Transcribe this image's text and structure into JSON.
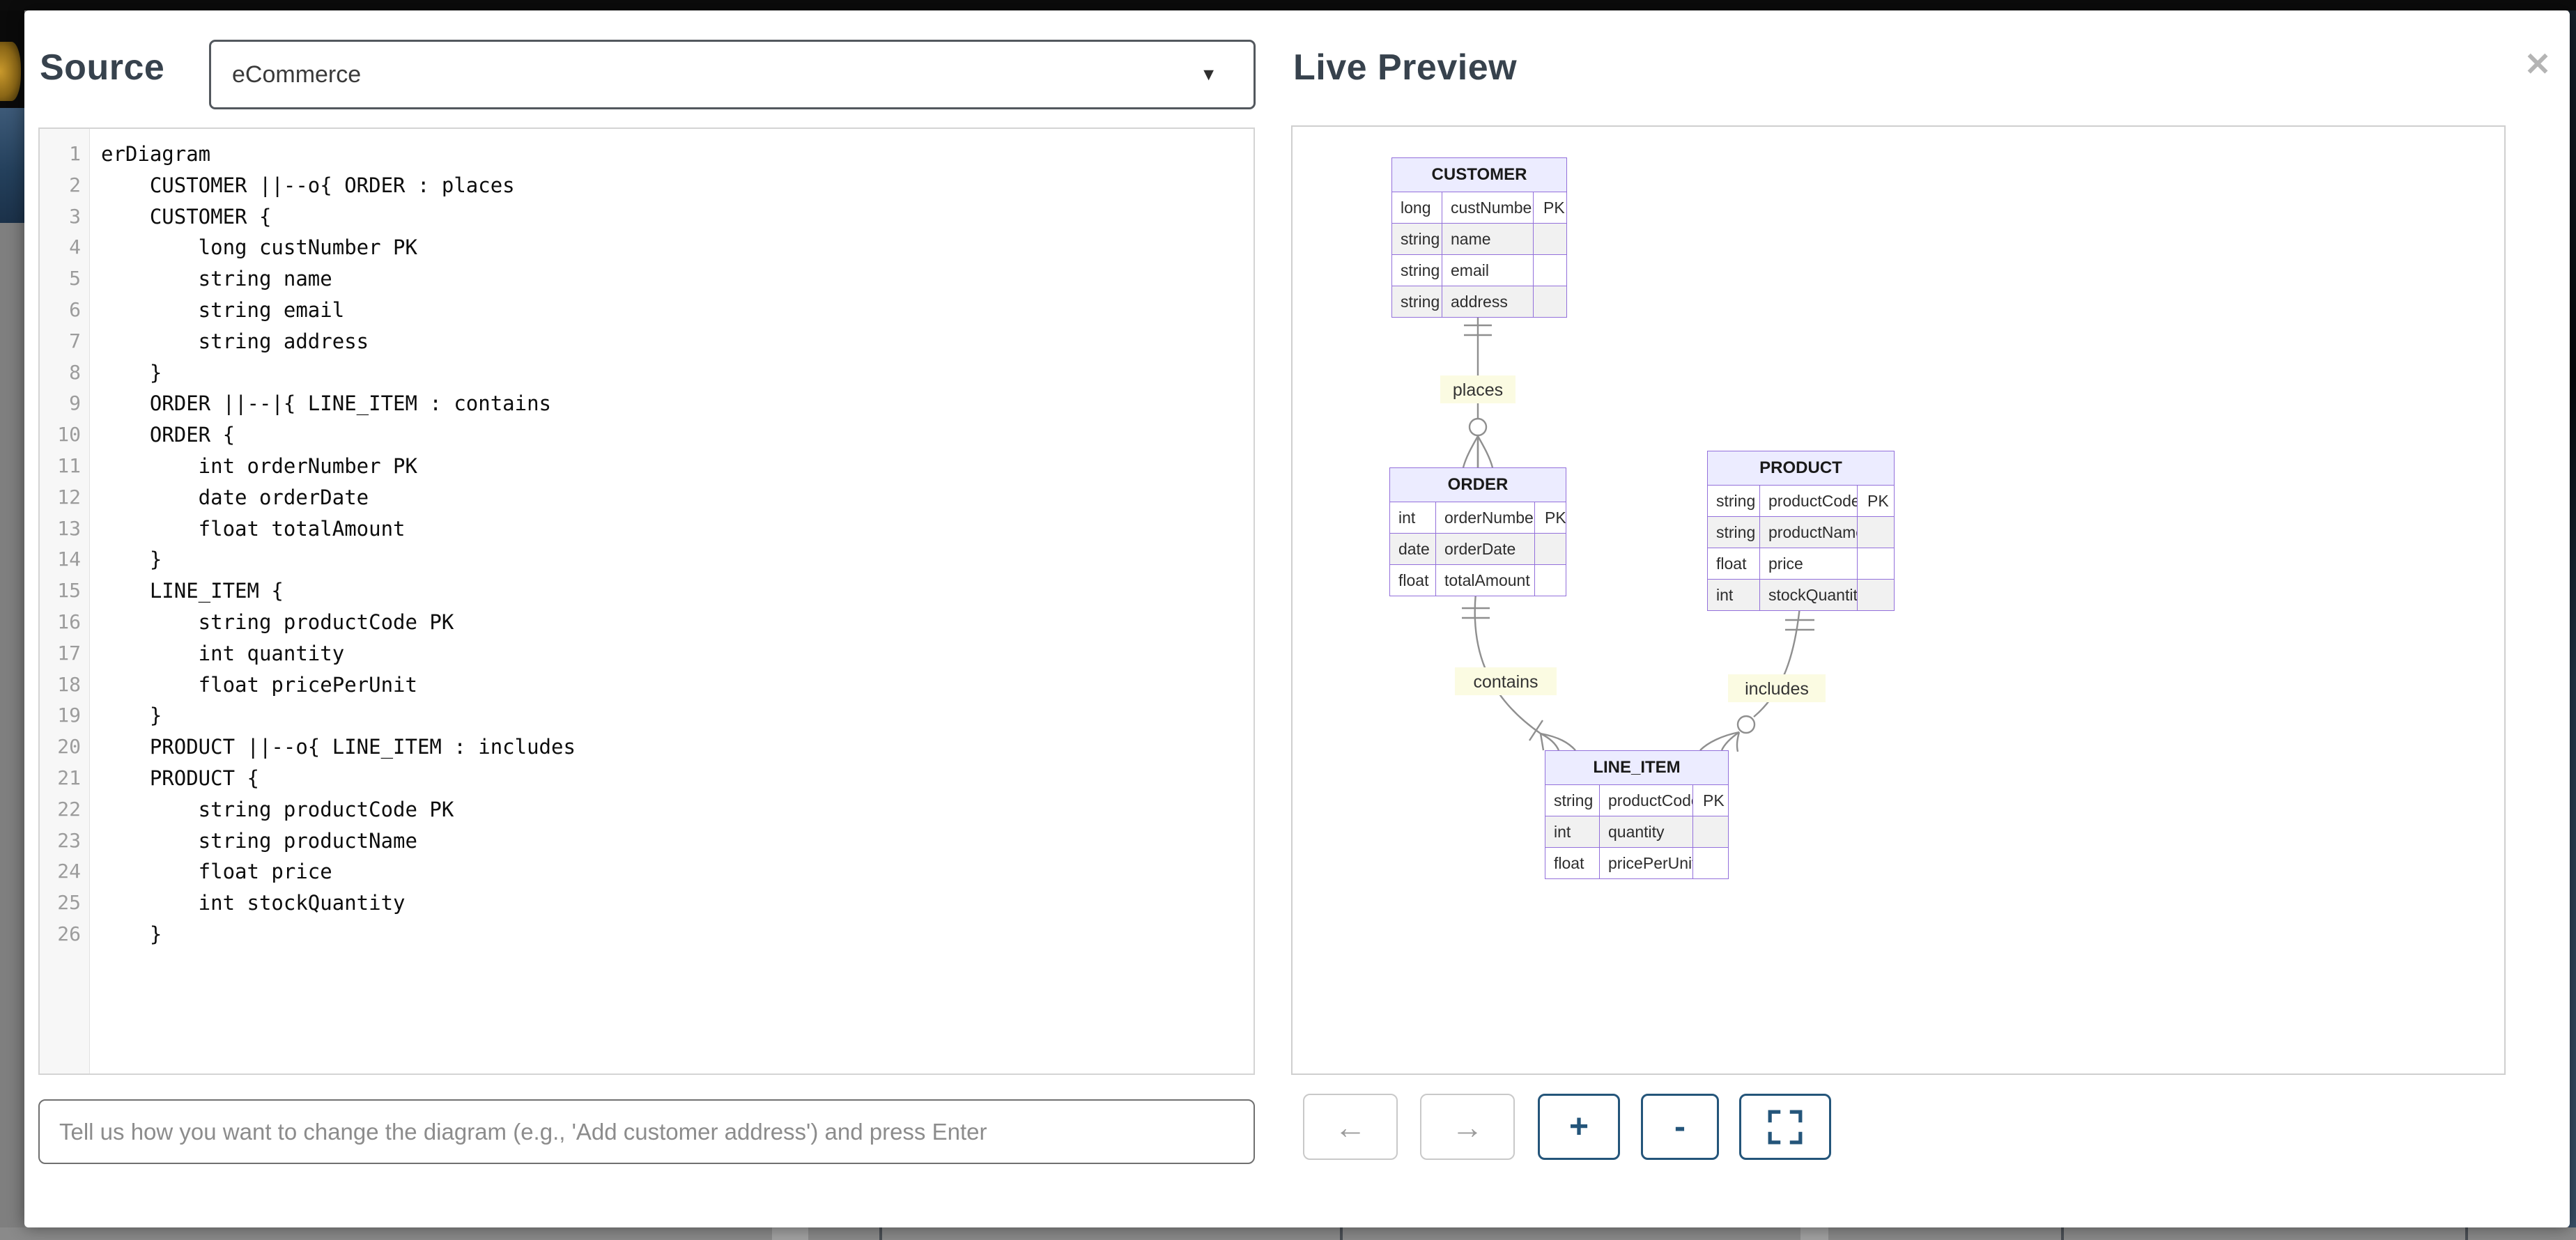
{
  "header": {
    "source_label": "Source",
    "source_selector": {
      "value": "eCommerce"
    },
    "live_preview_label": "Live Preview",
    "close_glyph": "✕"
  },
  "editor": {
    "language": "mermaid",
    "lines": [
      "erDiagram",
      "    CUSTOMER ||--o{ ORDER : places",
      "    CUSTOMER {",
      "        long custNumber PK",
      "        string name",
      "        string email",
      "        string address",
      "    }",
      "    ORDER ||--|{ LINE_ITEM : contains",
      "    ORDER {",
      "        int orderNumber PK",
      "        date orderDate",
      "        float totalAmount",
      "    }",
      "    LINE_ITEM {",
      "        string productCode PK",
      "        int quantity",
      "        float pricePerUnit",
      "    }",
      "    PRODUCT ||--o{ LINE_ITEM : includes",
      "    PRODUCT {",
      "        string productCode PK",
      "        string productName",
      "        float price",
      "        int stockQuantity",
      "    }"
    ]
  },
  "prompt": {
    "placeholder": "Tell us how you want to change the diagram (e.g., 'Add customer address') and press Enter"
  },
  "preview": {
    "diagram_type": "erDiagram",
    "entities": [
      {
        "name": "CUSTOMER",
        "rows": [
          [
            "long",
            "custNumber",
            "PK"
          ],
          [
            "string",
            "name",
            ""
          ],
          [
            "string",
            "email",
            ""
          ],
          [
            "string",
            "address",
            ""
          ]
        ]
      },
      {
        "name": "ORDER",
        "rows": [
          [
            "int",
            "orderNumber",
            "PK"
          ],
          [
            "date",
            "orderDate",
            ""
          ],
          [
            "float",
            "totalAmount",
            ""
          ]
        ]
      },
      {
        "name": "PRODUCT",
        "rows": [
          [
            "string",
            "productCode",
            "PK"
          ],
          [
            "string",
            "productName",
            ""
          ],
          [
            "float",
            "price",
            ""
          ],
          [
            "int",
            "stockQuantity",
            ""
          ]
        ]
      },
      {
        "name": "LINE_ITEM",
        "rows": [
          [
            "string",
            "productCode",
            "PK"
          ],
          [
            "int",
            "quantity",
            ""
          ],
          [
            "float",
            "pricePerUnit",
            ""
          ]
        ]
      }
    ],
    "relationships": [
      {
        "from": "CUSTOMER",
        "to": "ORDER",
        "cardinality": "||--o{",
        "label": "places"
      },
      {
        "from": "ORDER",
        "to": "LINE_ITEM",
        "cardinality": "||--|{",
        "label": "contains"
      },
      {
        "from": "PRODUCT",
        "to": "LINE_ITEM",
        "cardinality": "||--o{",
        "label": "includes"
      }
    ]
  },
  "toolbar": {
    "back_icon": "←",
    "forward_icon": "→",
    "zoom_in_label": "+",
    "zoom_out_label": "-",
    "fullscreen_icon": "fullscreen-frame"
  },
  "colors": {
    "entity_header_fill": "#ECECFF",
    "entity_border": "#9370DB",
    "row_alt_fill": "#f1f1f1",
    "edge_stroke": "#8f8f8f",
    "edge_label_bg": "#fbfbe2",
    "accent_navy": "#24557a",
    "title_text": "#37424d"
  }
}
